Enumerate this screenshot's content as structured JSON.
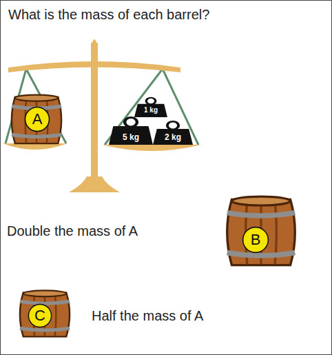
{
  "diagram": {
    "title": "What is the mass of each barrel?",
    "nodes": [
      {
        "text": [
          "A"
        ]
      },
      {
        "text": [
          "1 kg"
        ]
      },
      {
        "text": [
          "5 kg"
        ]
      },
      {
        "text": [
          "2 kg"
        ]
      },
      {
        "text": [
          "B"
        ]
      },
      {
        "text": [
          "C"
        ]
      }
    ],
    "labels": [
      "Double the mass of A",
      "Half the mass of A"
    ]
  }
}
